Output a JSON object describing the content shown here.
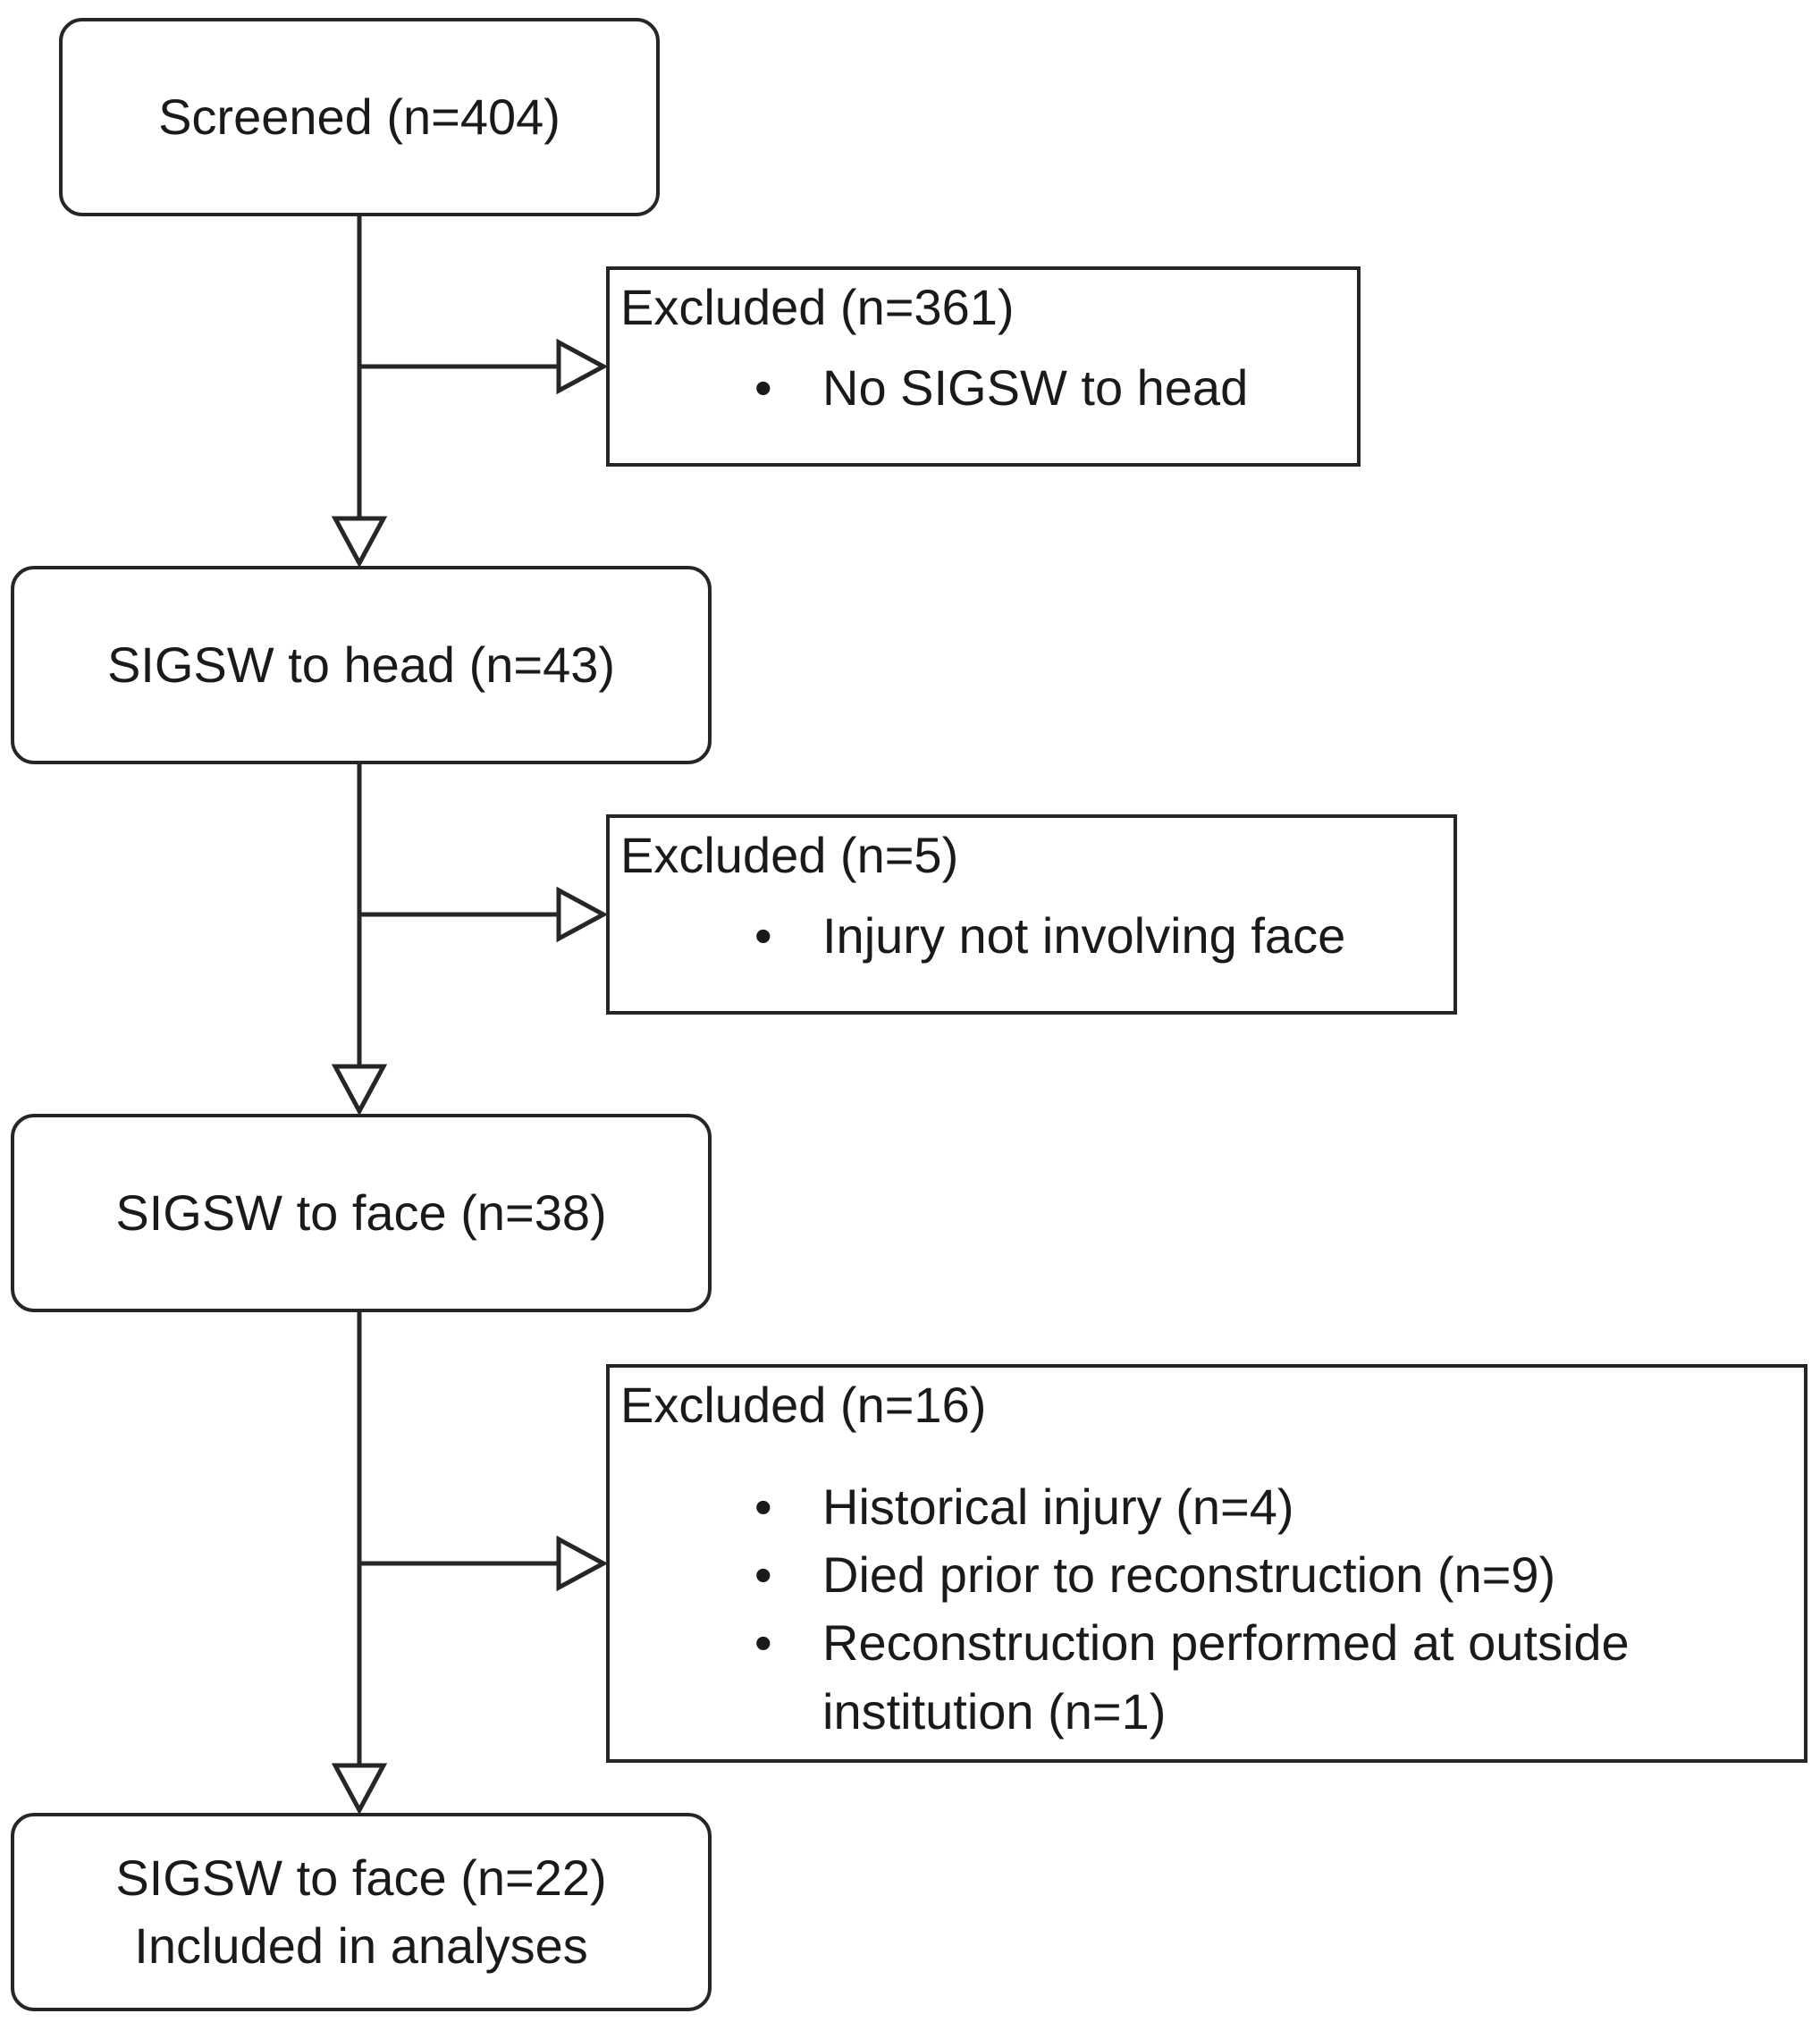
{
  "flow": {
    "screened": "Screened (n=404)",
    "head": "SIGSW to head (n=43)",
    "face": "SIGSW to face (n=38)",
    "final_line1": "SIGSW to face (n=22)",
    "final_line2": "Included in analyses"
  },
  "exclusions": [
    {
      "title": "Excluded (n=361)",
      "items": [
        "No SIGSW to head"
      ]
    },
    {
      "title": "Excluded (n=5)",
      "items": [
        "Injury not involving face"
      ]
    },
    {
      "title": "Excluded (n=16)",
      "items": [
        "Historical injury (n=4)",
        "Died prior to reconstruction (n=9)",
        "Reconstruction performed at outside institution (n=1)"
      ]
    }
  ]
}
